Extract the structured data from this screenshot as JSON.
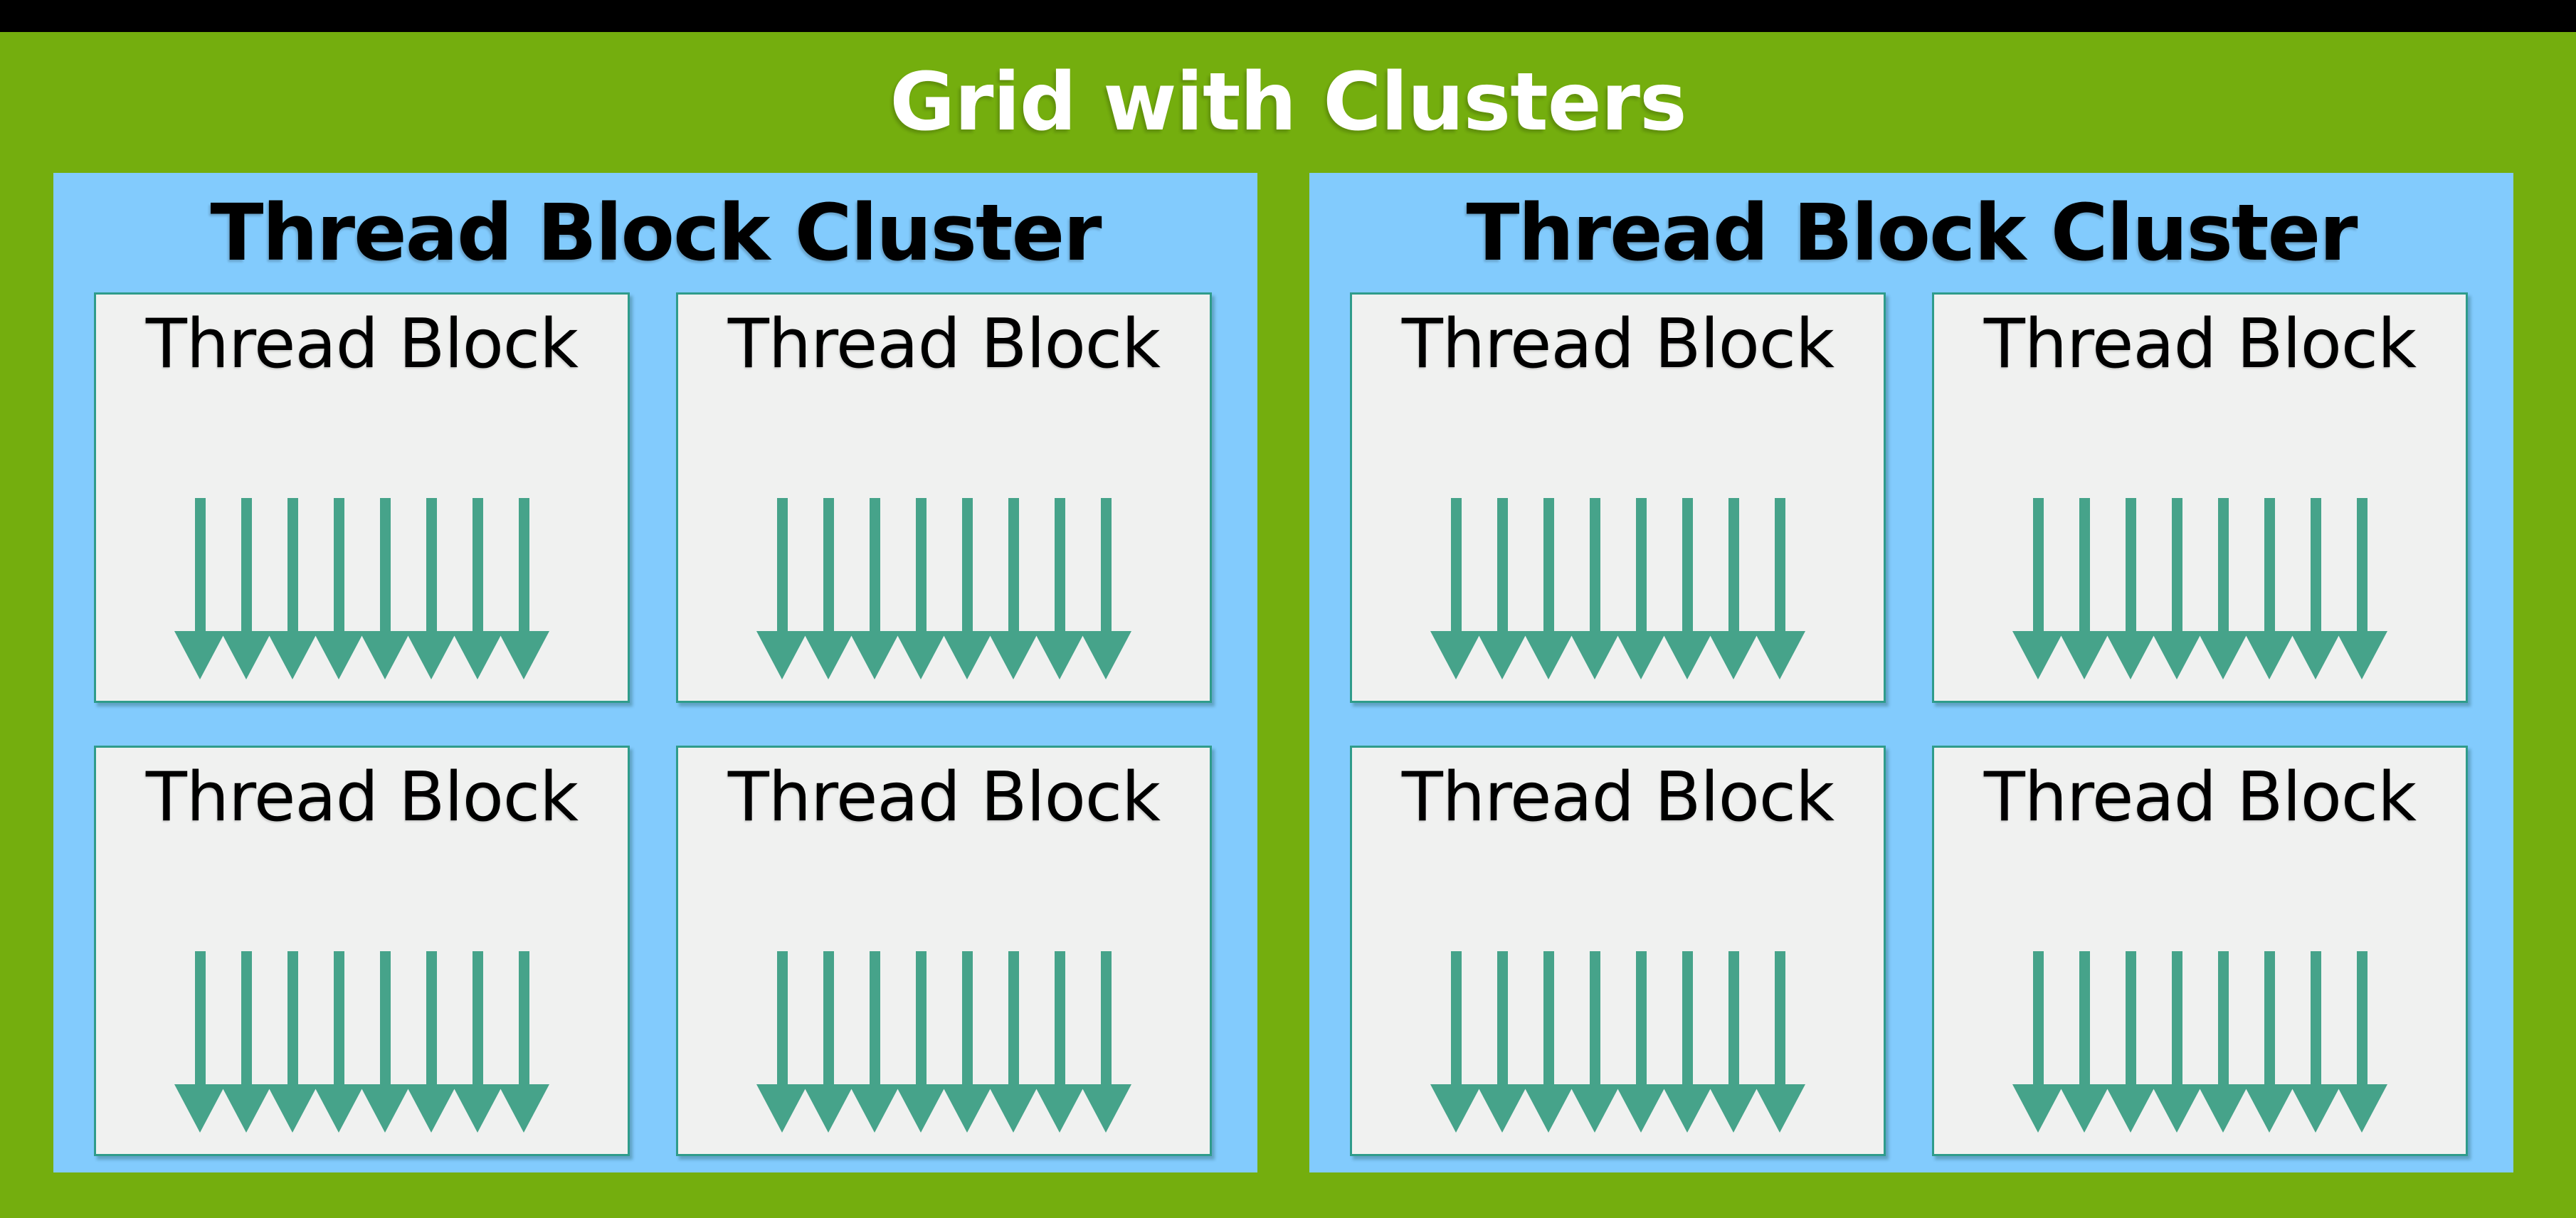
{
  "title": "Grid with Clusters",
  "clusters": [
    {
      "title": "Thread Block Cluster",
      "blocks": [
        {
          "label": "Thread Block",
          "thread_count": 8
        },
        {
          "label": "Thread Block",
          "thread_count": 8
        },
        {
          "label": "Thread Block",
          "thread_count": 8
        },
        {
          "label": "Thread Block",
          "thread_count": 8
        }
      ]
    },
    {
      "title": "Thread Block Cluster",
      "blocks": [
        {
          "label": "Thread Block",
          "thread_count": 8
        },
        {
          "label": "Thread Block",
          "thread_count": 8
        },
        {
          "label": "Thread Block",
          "thread_count": 8
        },
        {
          "label": "Thread Block",
          "thread_count": 8
        }
      ]
    }
  ],
  "icons": {
    "thread_arrow": "down-arrow-icon"
  },
  "colors": {
    "letterbox": "#000000",
    "background_green": "#74AE0E",
    "cluster_blue": "#82CBFD",
    "block_fill": "#F0F1F0",
    "block_border": "#2F9C8B",
    "arrow_teal": "#46A38A",
    "main_title_text": "#FFFFFF",
    "block_text": "#000000"
  }
}
